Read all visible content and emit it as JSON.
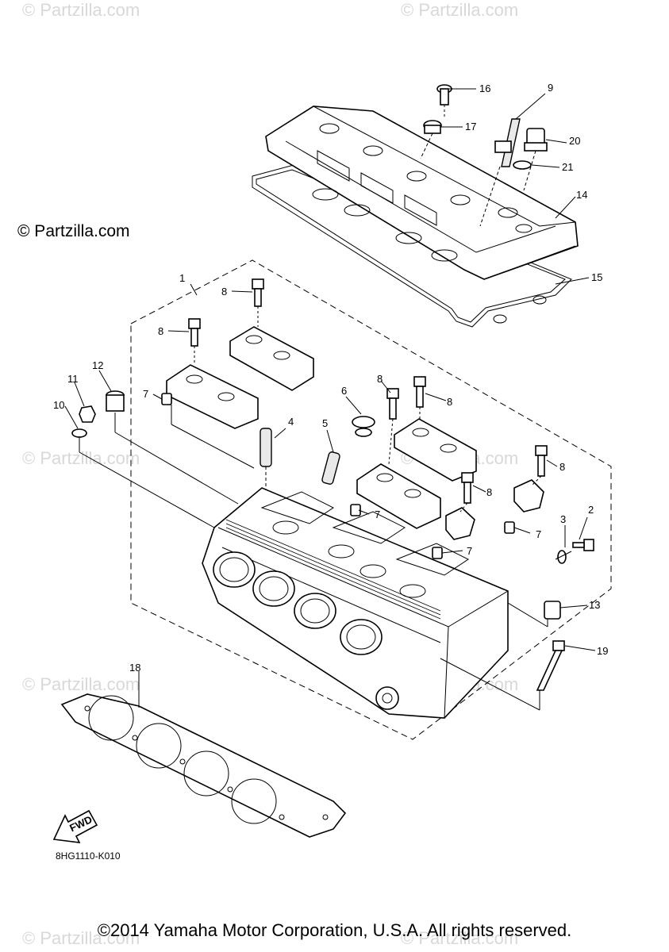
{
  "watermark_main": "© Partzilla.com",
  "watermark_faint": "© Partzilla.com",
  "catalog_code": "8HG1110-K010",
  "fwd_label": "FWD",
  "copyright": "©2014 Yamaha Motor Corporation, U.S.A. All rights reserved.",
  "callouts": {
    "c1": "1",
    "c2": "2",
    "c3": "3",
    "c4": "4",
    "c5": "5",
    "c6": "6",
    "c7a": "7",
    "c7b": "7",
    "c7c": "7",
    "c7d": "7",
    "c8a": "8",
    "c8b": "8",
    "c8c": "8",
    "c8d": "8",
    "c8e": "8",
    "c8f": "8",
    "c9": "9",
    "c10": "10",
    "c11": "11",
    "c12": "12",
    "c13": "13",
    "c14": "14",
    "c15": "15",
    "c16": "16",
    "c17": "17",
    "c18": "18",
    "c19": "19",
    "c20": "20",
    "c21": "21"
  },
  "colors": {
    "ink": "#000000",
    "watermark": "#d8d8d8",
    "background": "#ffffff"
  }
}
